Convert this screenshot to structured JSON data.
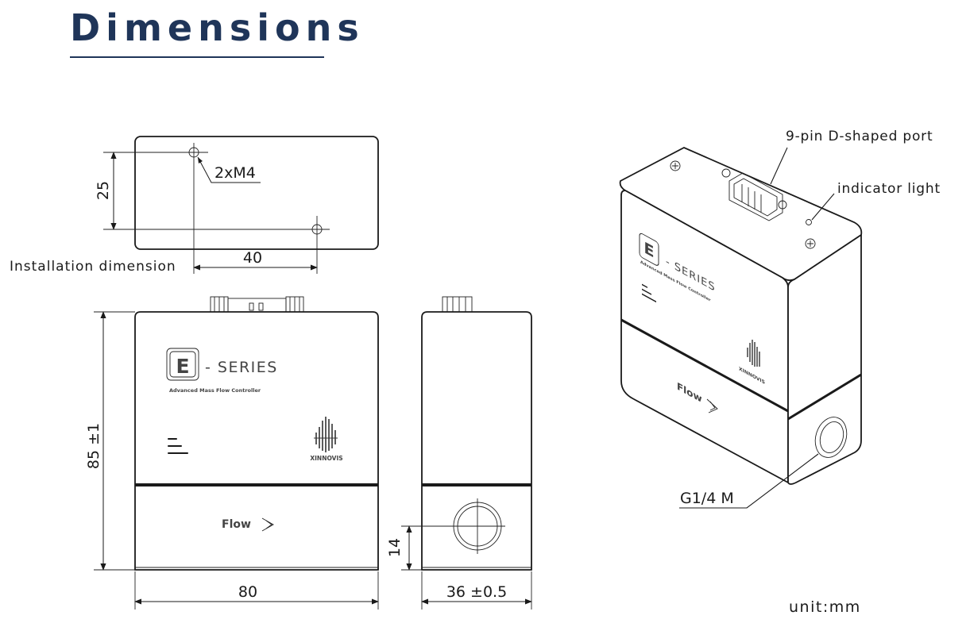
{
  "page": {
    "title": "Dimensions",
    "unit_note": "unit:mm"
  },
  "mounting_view": {
    "caption": "Installation dimension",
    "hole_spec": "2xM4",
    "hole_spacing_vertical": "25",
    "hole_spacing_horizontal": "40"
  },
  "front_view": {
    "height": "85 ±1",
    "width": "80",
    "brand_letter": "E",
    "brand_series": "- SERIES",
    "brand_subtitle": "Advanced Mass Flow Controller",
    "logo_text": "XINNOVIS",
    "flow_label": "Flow"
  },
  "side_view": {
    "port_height": "14",
    "depth": "36 ±0.5"
  },
  "iso_view": {
    "port_callout": "9-pin D-shaped port",
    "light_callout": "indicator light",
    "fitting_callout": "G1/4 M",
    "brand_letter": "E",
    "brand_series": "- SERIES",
    "brand_subtitle": "Advanced Mass Flow Controller",
    "logo_text": "XINNOVIS",
    "flow_label": "Flow"
  }
}
